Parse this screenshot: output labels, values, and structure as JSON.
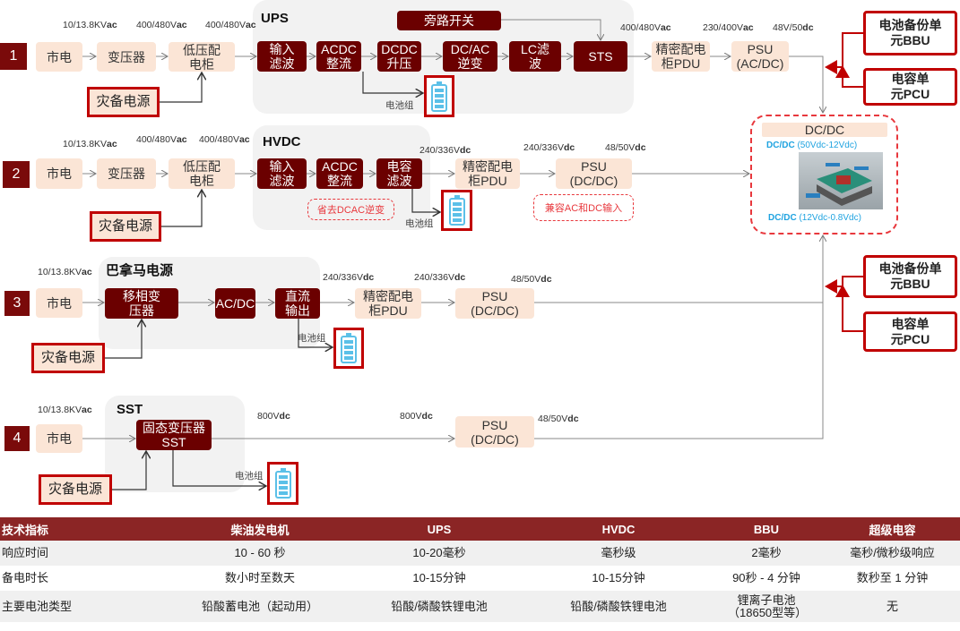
{
  "rows": [
    {
      "num": "1",
      "grid": "市电",
      "transformer": "变压器",
      "lv_cab": "低压配电柜",
      "backup": "灾备电源",
      "panel": "UPS",
      "bypass": "旁路开关",
      "stages": [
        "输入滤波",
        "ACDC整流",
        "DCDC升压",
        "DC/AC逆变",
        "LC滤波",
        "STS"
      ],
      "pdu": "精密配电柜PDU",
      "psu": "PSU (AC/DC)",
      "battery_label": "电池组",
      "voltages": [
        "10/13.8KV",
        "ac",
        "400/480V",
        "ac",
        "400/480V",
        "ac",
        "400/480V",
        "ac",
        "230/400V",
        "ac",
        "48V/50",
        "dc"
      ]
    },
    {
      "num": "2",
      "grid": "市电",
      "transformer": "变压器",
      "lv_cab": "低压配电柜",
      "backup": "灾备电源",
      "panel": "HVDC",
      "stages": [
        "输入滤波",
        "ACDC整流",
        "电容滤波"
      ],
      "pdu": "精密配电柜PDU",
      "psu": "PSU (DC/DC)",
      "battery_label": "电池组",
      "note1": "省去DCAC逆变",
      "note2": "兼容AC和DC输入",
      "voltages": [
        "10/13.8KV",
        "ac",
        "400/480V",
        "ac",
        "400/480V",
        "ac",
        "240/336V",
        "dc",
        "240/336V",
        "dc",
        "48/50V",
        "dc"
      ]
    },
    {
      "num": "3",
      "grid": "市电",
      "backup": "灾备电源",
      "panel": "巴拿马电源",
      "stages": [
        "移相变压器",
        "AC/DC",
        "直流输出"
      ],
      "pdu": "精密配电柜PDU",
      "psu": "PSU (DC/DC)",
      "battery_label": "电池组",
      "voltages": [
        "10/13.8KV",
        "ac",
        "240/336V",
        "dc",
        "240/336V",
        "dc",
        "48/50V",
        "dc"
      ]
    },
    {
      "num": "4",
      "grid": "市电",
      "backup": "灾备电源",
      "panel": "SST",
      "stages": [
        "固态变压器SST"
      ],
      "psu": "PSU (DC/DC)",
      "battery_label": "电池组",
      "voltages": [
        "10/13.8KV",
        "ac",
        "800V",
        "dc",
        "800V",
        "dc",
        "48/50V",
        "dc"
      ]
    }
  ],
  "side": {
    "bbu": "电池备份单元BBU",
    "pcu": "电容单元PCU"
  },
  "dcdc": {
    "title": "DC/DC",
    "l1a": "DC/DC",
    "l1b": "(50Vdc-12Vdc)",
    "l2a": "DC/DC",
    "l2b": "(12Vdc-0.8Vdc)"
  },
  "colors": {
    "dark": "#6b0000",
    "light": "#fbe5d6",
    "red": "#c00000",
    "blue": "#1fa3e0"
  },
  "table": {
    "headers": [
      "技术指标",
      "柴油发电机",
      "UPS",
      "HVDC",
      "BBU",
      "超级电容"
    ],
    "rows": [
      [
        "响应时间",
        "10 - 60 秒",
        "10-20毫秒",
        "毫秒级",
        "2毫秒",
        "毫秒/微秒级响应"
      ],
      [
        "备电时长",
        "数小时至数天",
        "10-15分钟",
        "10-15分钟",
        "90秒 - 4 分钟",
        "数秒至 1 分钟"
      ],
      [
        "主要电池类型",
        "铅酸蓄电池（起动用）",
        "铅酸/磷酸铁锂电池",
        "铅酸/磷酸铁锂电池",
        "锂离子电池（18650型等）",
        "无"
      ]
    ]
  }
}
